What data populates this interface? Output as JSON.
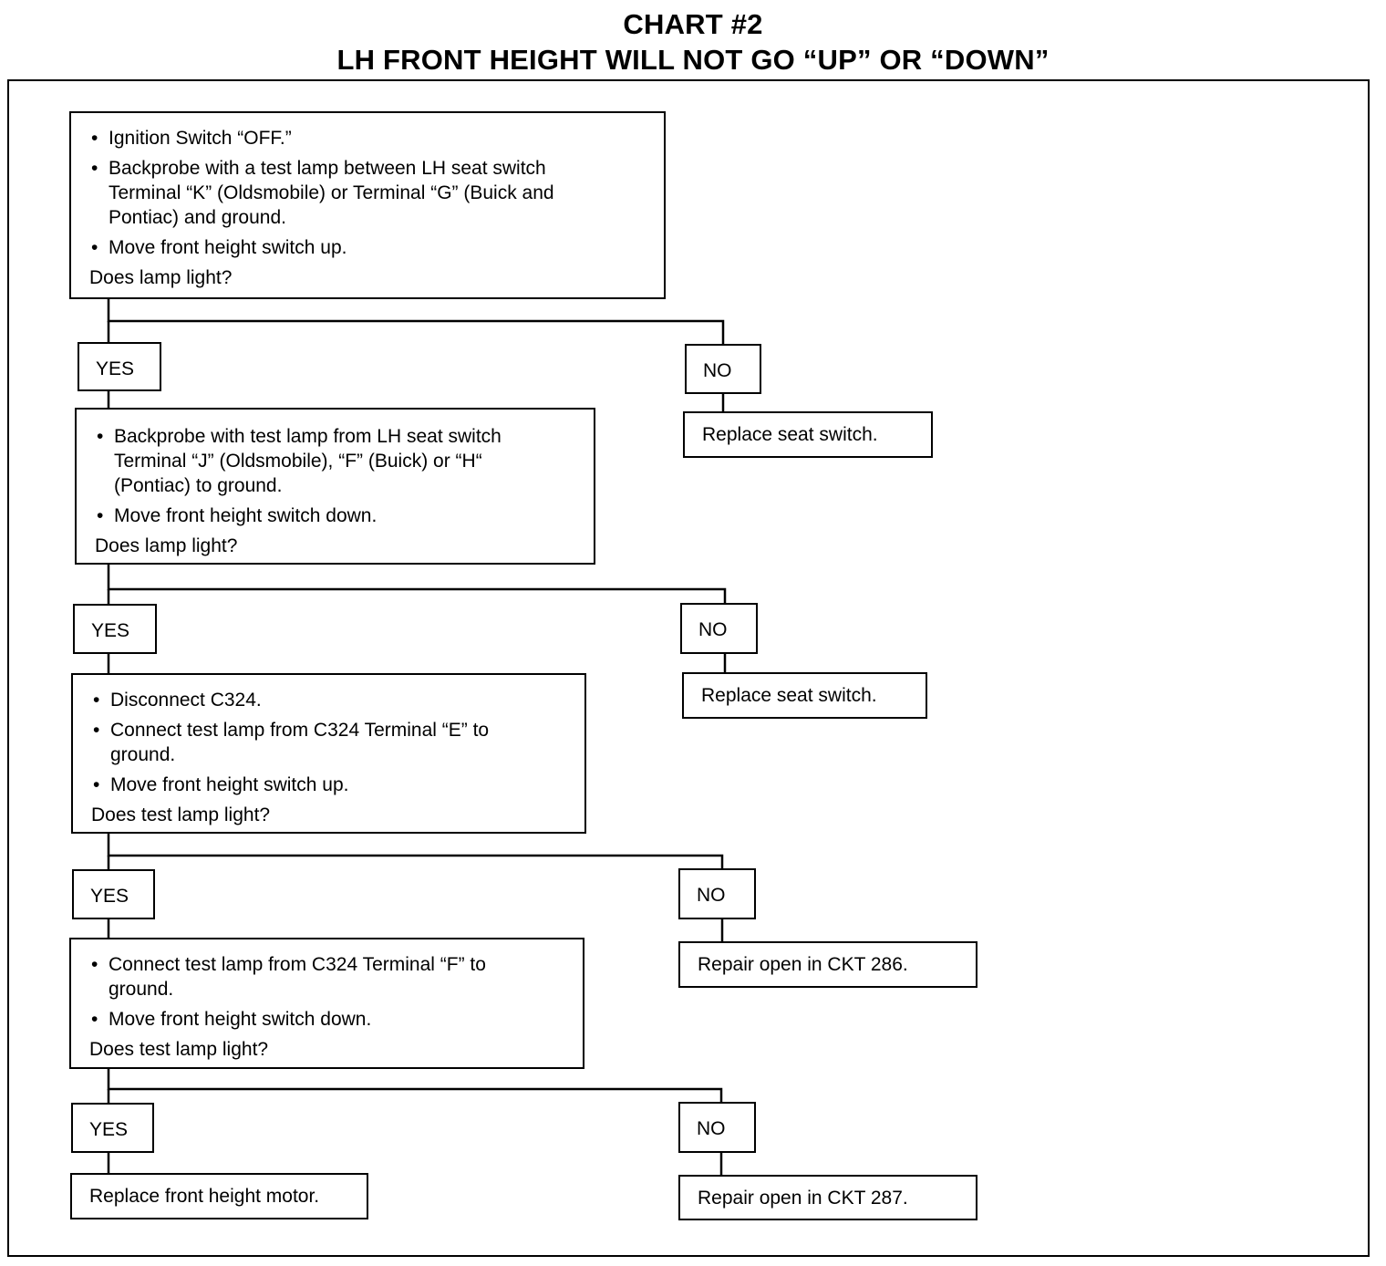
{
  "title": {
    "line1": "CHART #2",
    "line2": "LH FRONT HEIGHT WILL NOT GO “UP” OR “DOWN”"
  },
  "labels": {
    "yes": "YES",
    "no": "NO"
  },
  "steps": [
    {
      "bullets": [
        "Ignition Switch “OFF.”",
        "Backprobe with a test lamp between LH seat switch Terminal “K” (Oldsmobile) or Terminal “G” (Buick and Pontiac) and ground.",
        "Move front height switch up."
      ],
      "question": "Does lamp light?",
      "no_result": "Replace seat switch."
    },
    {
      "bullets": [
        "Backprobe with test lamp from LH seat switch Terminal “J” (Oldsmobile), “F” (Buick) or “H“ (Pontiac) to ground.",
        "Move front height switch down."
      ],
      "question": "Does lamp light?",
      "no_result": "Replace seat switch."
    },
    {
      "bullets": [
        "Disconnect C324.",
        "Connect test lamp from C324 Terminal “E” to ground.",
        "Move front height switch up."
      ],
      "question": "Does test lamp light?",
      "no_result": "Repair open in CKT 286."
    },
    {
      "bullets": [
        "Connect test lamp from C324 Terminal “F” to ground.",
        "Move front height switch down."
      ],
      "question": "Does test lamp light?",
      "no_result": "Repair open in CKT 287."
    }
  ],
  "final_yes_result": "Replace front height motor."
}
